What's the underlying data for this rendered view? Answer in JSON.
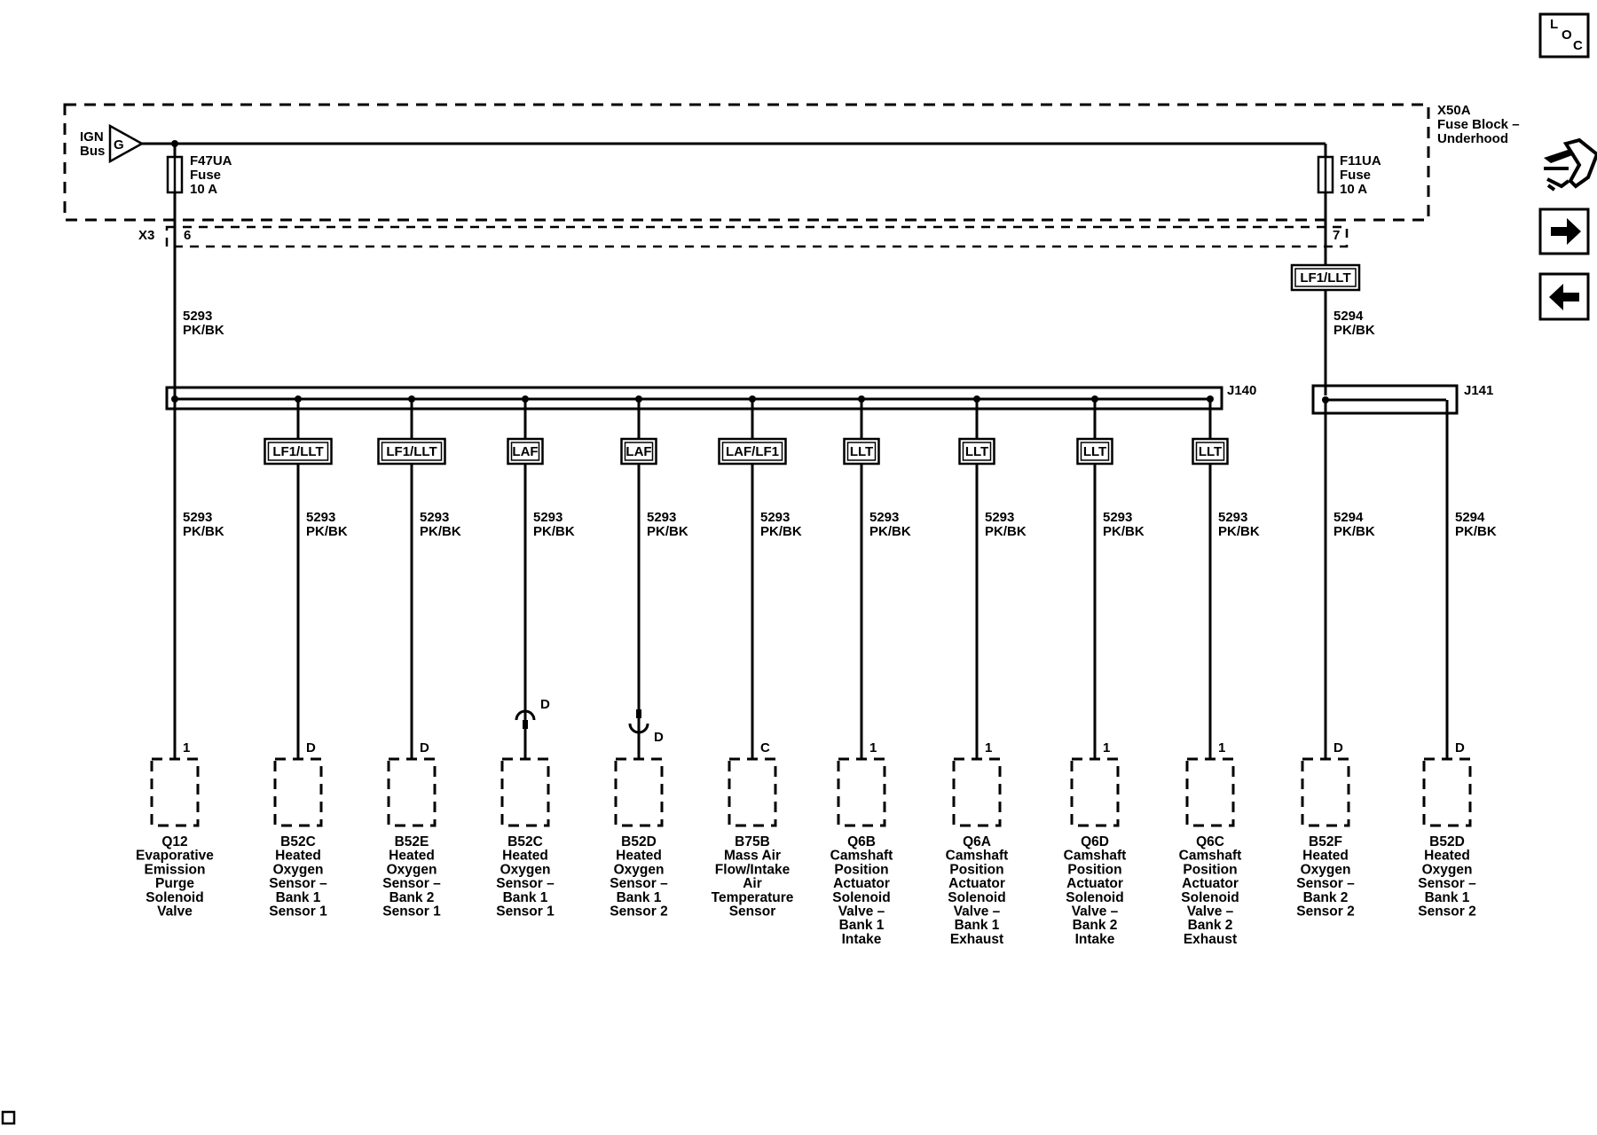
{
  "fuse_block": {
    "label_lines": [
      "X50A",
      "Fuse Block –",
      "Underhood"
    ],
    "ign_lines": [
      "IGN",
      "Bus"
    ],
    "ign_symbol": "G",
    "connector": "X3",
    "fuse_left_lines": [
      "F47UA",
      "Fuse",
      "10 A"
    ],
    "fuse_right_lines": [
      "F11UA",
      "Fuse",
      "10 A"
    ],
    "pin_left": "6",
    "pin_right": "7"
  },
  "top_wires": {
    "left_lines": [
      "5293",
      "PK/BK"
    ],
    "right_lines": [
      "5294",
      "PK/BK"
    ],
    "right_option": "LF1/LLT"
  },
  "splices": {
    "left": "J140",
    "right": "J141"
  },
  "branches": [
    {
      "option": "",
      "wire_lines": [
        "5293",
        "PK/BK"
      ],
      "pin": "1",
      "inline": "",
      "comp_lines": [
        "Q12",
        "Evaporative",
        "Emission",
        "Purge",
        "Solenoid",
        "Valve"
      ]
    },
    {
      "option": "LF1/LLT",
      "wire_lines": [
        "5293",
        "PK/BK"
      ],
      "pin": "D",
      "inline": "",
      "comp_lines": [
        "B52C",
        "Heated",
        "Oxygen",
        "Sensor –",
        "Bank 1",
        "Sensor 1"
      ]
    },
    {
      "option": "LF1/LLT",
      "wire_lines": [
        "5293",
        "PK/BK"
      ],
      "pin": "D",
      "inline": "",
      "comp_lines": [
        "B52E",
        "Heated",
        "Oxygen",
        "Sensor –",
        "Bank 2",
        "Sensor 1"
      ]
    },
    {
      "option": "LAF",
      "wire_lines": [
        "5293",
        "PK/BK"
      ],
      "pin": "",
      "inline": "D",
      "comp_lines": [
        "B52C",
        "Heated",
        "Oxygen",
        "Sensor –",
        "Bank 1",
        "Sensor 1"
      ]
    },
    {
      "option": "LAF",
      "wire_lines": [
        "5293",
        "PK/BK"
      ],
      "pin": "",
      "inline": "D",
      "comp_lines": [
        "B52D",
        "Heated",
        "Oxygen",
        "Sensor –",
        "Bank 1",
        "Sensor 2"
      ]
    },
    {
      "option": "LAF/LF1",
      "wire_lines": [
        "5293",
        "PK/BK"
      ],
      "pin": "C",
      "inline": "",
      "comp_lines": [
        "B75B",
        "Mass Air",
        "Flow/Intake",
        "Air",
        "Temperature",
        "Sensor"
      ]
    },
    {
      "option": "LLT",
      "wire_lines": [
        "5293",
        "PK/BK"
      ],
      "pin": "1",
      "inline": "",
      "comp_lines": [
        "Q6B",
        "Camshaft",
        "Position",
        "Actuator",
        "Solenoid",
        "Valve –",
        "Bank 1",
        "Intake"
      ]
    },
    {
      "option": "LLT",
      "wire_lines": [
        "5293",
        "PK/BK"
      ],
      "pin": "1",
      "inline": "",
      "comp_lines": [
        "Q6A",
        "Camshaft",
        "Position",
        "Actuator",
        "Solenoid",
        "Valve –",
        "Bank 1",
        "Exhaust"
      ]
    },
    {
      "option": "LLT",
      "wire_lines": [
        "5293",
        "PK/BK"
      ],
      "pin": "1",
      "inline": "",
      "comp_lines": [
        "Q6D",
        "Camshaft",
        "Position",
        "Actuator",
        "Solenoid",
        "Valve –",
        "Bank 2",
        "Intake"
      ]
    },
    {
      "option": "LLT",
      "wire_lines": [
        "5293",
        "PK/BK"
      ],
      "pin": "1",
      "inline": "",
      "comp_lines": [
        "Q6C",
        "Camshaft",
        "Position",
        "Actuator",
        "Solenoid",
        "Valve –",
        "Bank 2",
        "Exhaust"
      ]
    },
    {
      "option": "",
      "wire_lines": [
        "5294",
        "PK/BK"
      ],
      "pin": "D",
      "inline": "",
      "comp_lines": [
        "B52F",
        "Heated",
        "Oxygen",
        "Sensor –",
        "Bank 2",
        "Sensor 2"
      ]
    },
    {
      "option": "",
      "wire_lines": [
        "5294",
        "PK/BK"
      ],
      "pin": "D",
      "inline": "",
      "comp_lines": [
        "B52D",
        "Heated",
        "Oxygen",
        "Sensor –",
        "Bank 1",
        "Sensor 2"
      ]
    }
  ],
  "nav": {
    "loc_glyphs": [
      "L",
      "O",
      "C"
    ],
    "connector_icon": "connector-harness-icon",
    "next_icon": "arrow-right-icon",
    "prev_icon": "arrow-left-icon"
  }
}
